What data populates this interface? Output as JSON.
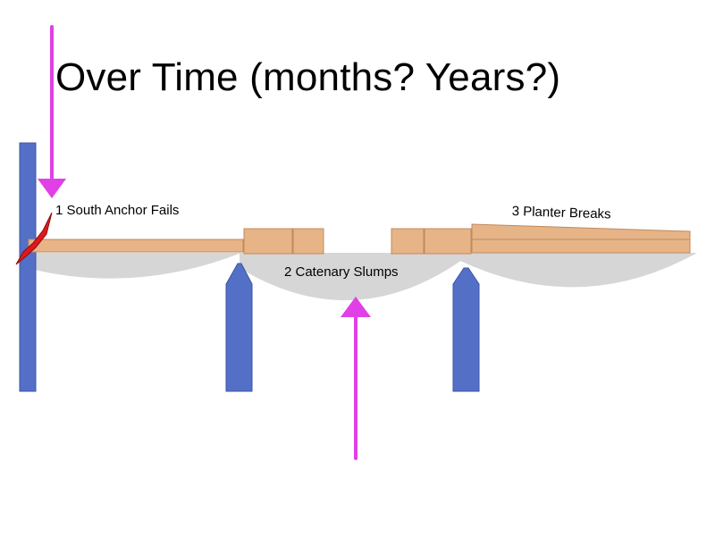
{
  "title": "Over Time (months? Years?)",
  "labels": {
    "south_anchor": "1 South Anchor Fails",
    "catenary": "2 Catenary Slumps",
    "planter": "3 Planter Breaks"
  },
  "colors": {
    "pier": "#5470c6",
    "pier_edge": "#3b55a8",
    "deck": "#e6b487",
    "deck_edge": "#c08a5c",
    "catenary": "#d6d6d6",
    "arrow": "#e040e6",
    "failure": "#e0181c"
  }
}
